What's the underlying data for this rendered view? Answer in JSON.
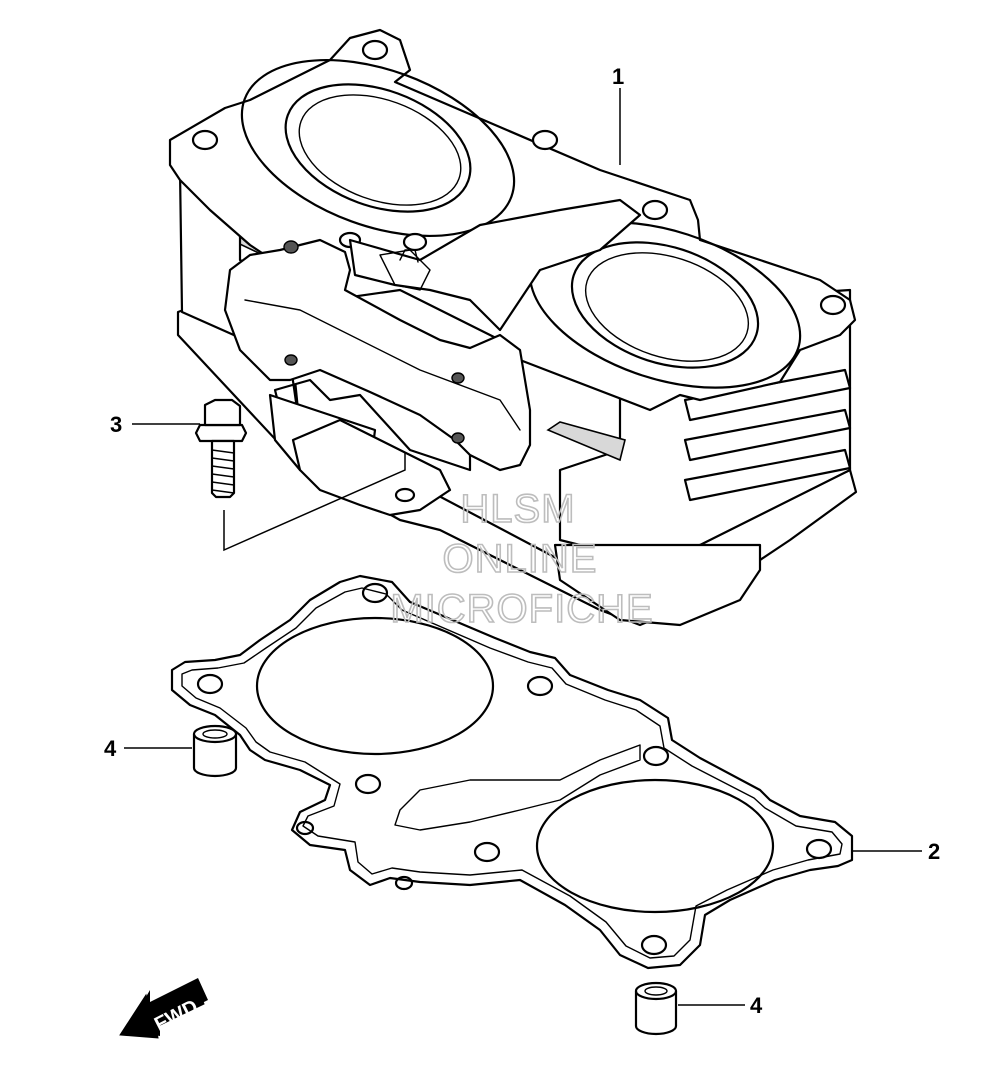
{
  "callouts": {
    "c1": "1",
    "c2": "2",
    "c3": "3",
    "c4a": "4",
    "c4b": "4"
  },
  "watermark": {
    "line1": "HLSM",
    "line2": "ONLINE",
    "line3": "MICROFICHE"
  },
  "fwd_arrow": {
    "label": "FWD"
  }
}
